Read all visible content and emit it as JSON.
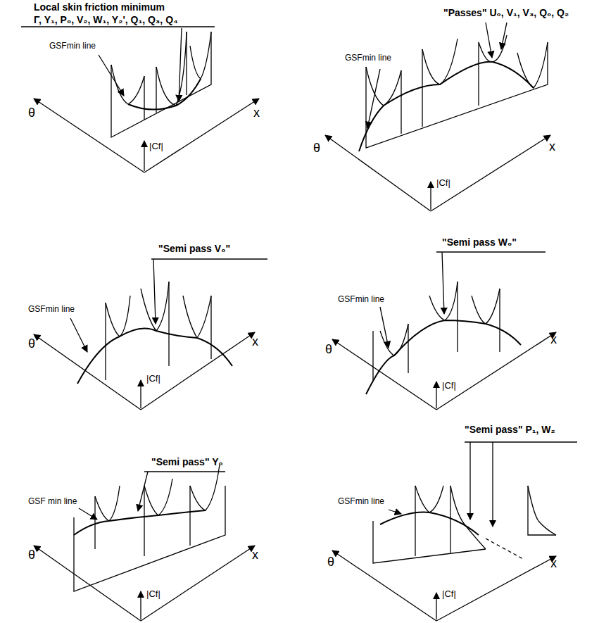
{
  "diagram": {
    "labels": [
      "Local skin friction minimum",
      "Γ, Y₁, P₀, V₂, W₁, Y₂', Q₁, Q₃, Q₄",
      "GSFmin line",
      "θ",
      "x",
      "|Cf|",
      "\"Passes\" U₀, V₁, V₃, Q₀, Q₂",
      "GSFmin line",
      "θ",
      "x",
      "|Cf|",
      "\"Semi pass V₀\"",
      "GSFmin line",
      "θ",
      "x",
      "|Cf|",
      "\"Semi pass W₀\"",
      "GSFmin line",
      "θ",
      "x",
      "|Cf|",
      "\"Semi pass\" Y₀",
      "GSF min line",
      "θ",
      "x",
      "|Cf|",
      "\"Semi pass\" P₁, W₂",
      "GSFmin line",
      "θ",
      "x",
      "|Cf|"
    ]
  }
}
